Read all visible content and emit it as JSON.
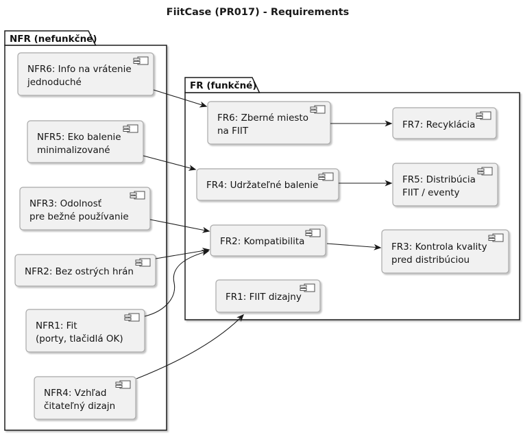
{
  "title": "FiitCase (PR017) - Requirements",
  "diagram_type": "uml-component-requirements-diagram",
  "packages": {
    "nfr": {
      "label": "NFR (nefunkčné)"
    },
    "fr": {
      "label": "FR (funkčné)"
    }
  },
  "components": {
    "nfr6": {
      "id": "NFR6",
      "line1": "NFR6: Info na vrátenie",
      "line2": "jednoduché"
    },
    "nfr5": {
      "id": "NFR5",
      "line1": "NFR5: Eko balenie",
      "line2": "minimalizované"
    },
    "nfr3": {
      "id": "NFR3",
      "line1": "NFR3: Odolnosť",
      "line2": "pre bežné používanie"
    },
    "nfr2": {
      "id": "NFR2",
      "line1": "NFR2: Bez ostrých hrán"
    },
    "nfr1": {
      "id": "NFR1",
      "line1": "NFR1: Fit",
      "line2": "(porty, tlačidlá OK)"
    },
    "nfr4": {
      "id": "NFR4",
      "line1": "NFR4: Vzhľad",
      "line2": "čitateľný dizajn"
    },
    "fr6": {
      "id": "FR6",
      "line1": "FR6: Zberné miesto",
      "line2": "na FIIT"
    },
    "fr4": {
      "id": "FR4",
      "line1": "FR4: Udržateľné balenie"
    },
    "fr2": {
      "id": "FR2",
      "line1": "FR2: Kompatibilita"
    },
    "fr1": {
      "id": "FR1",
      "line1": "FR1: FIIT dizajny"
    },
    "fr7": {
      "id": "FR7",
      "line1": "FR7: Recyklácia"
    },
    "fr5": {
      "id": "FR5",
      "line1": "FR5: Distribúcia",
      "line2": "FIIT / eventy"
    },
    "fr3": {
      "id": "FR3",
      "line1": "FR3: Kontrola kvality",
      "line2": "pred distribúciou"
    }
  },
  "edges": [
    {
      "from": "NFR6",
      "to": "FR6"
    },
    {
      "from": "NFR5",
      "to": "FR4"
    },
    {
      "from": "NFR3",
      "to": "FR2"
    },
    {
      "from": "NFR2",
      "to": "FR2"
    },
    {
      "from": "NFR1",
      "to": "FR2"
    },
    {
      "from": "NFR4",
      "to": "FR1"
    },
    {
      "from": "FR6",
      "to": "FR7"
    },
    {
      "from": "FR4",
      "to": "FR5"
    },
    {
      "from": "FR2",
      "to": "FR3"
    }
  ],
  "colors": {
    "background": "#ffffff",
    "component_fill": "#f1f1f1",
    "component_border": "#a8a8a8",
    "package_border": "#1a1a1a",
    "arrow": "#1a1a1a",
    "text": "#141414"
  }
}
